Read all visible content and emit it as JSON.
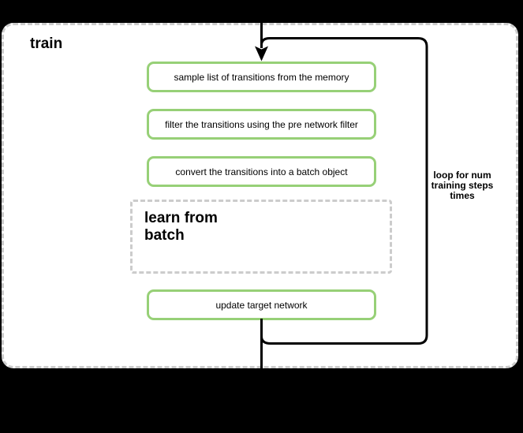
{
  "diagram": {
    "title": "train",
    "loop_label": "loop for num training steps times",
    "nodes": {
      "step1": "sample list of transitions from the memory",
      "step2": "filter the transitions using the pre network filter",
      "step3": "convert the transitions into a batch object",
      "subprocess": "learn from batch",
      "step4": "update target network"
    },
    "colors": {
      "node_border": "#97d077",
      "node_fill": "#ffffff",
      "container_fill": "#ffffff",
      "dashed_border": "#cccccc",
      "loop_border": "#000000",
      "background": "#000000",
      "text_color": "#000000"
    }
  }
}
